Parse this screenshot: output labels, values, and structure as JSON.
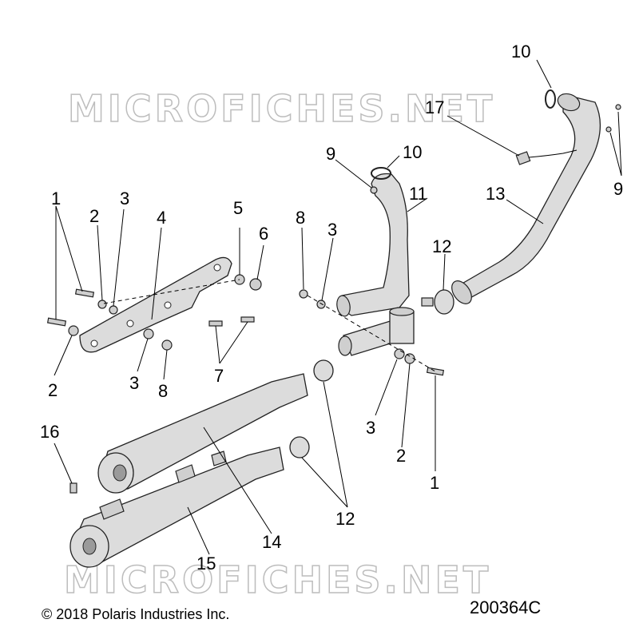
{
  "watermark": "MICROFICHES.NET",
  "copyright": "© 2018 Polaris Industries Inc.",
  "diagram_code": "200364C",
  "callouts": {
    "c10_top": "10",
    "c17": "17",
    "c9_right": "9",
    "c9_mid": "9",
    "c10_mid": "10",
    "c11": "11",
    "c13": "13",
    "c1_left": "1",
    "c2_left_top": "2",
    "c3_left_top": "3",
    "c4": "4",
    "c5": "5",
    "c6": "6",
    "c8_mid": "8",
    "c3_mid": "3",
    "c12_top": "12",
    "c2_left_bot": "2",
    "c3_left_bot": "3",
    "c8_left_bot": "8",
    "c7": "7",
    "c3_right": "3",
    "c2_right": "2",
    "c1_right": "1",
    "c16": "16",
    "c12_bot": "12",
    "c14": "14",
    "c15": "15"
  }
}
